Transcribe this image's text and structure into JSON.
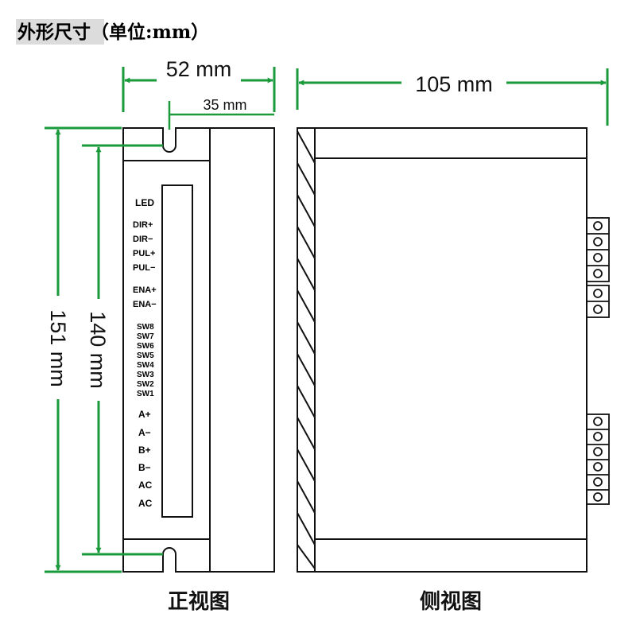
{
  "title": "外形尺寸（单位:mm）",
  "dimensions": {
    "front_width": "52 mm",
    "slot_offset": "35 mm",
    "side_length": "105 mm",
    "total_height": "151 mm",
    "mount_height": "140 mm"
  },
  "front_labels": [
    "LED",
    "DIR+",
    "DIR−",
    "PUL+",
    "PUL−",
    "ENA+",
    "ENA−",
    "SW8",
    "SW7",
    "SW6",
    "SW5",
    "SW4",
    "SW3",
    "SW2",
    "SW1",
    "A+",
    "A−",
    "B+",
    "B−",
    "AC",
    "AC"
  ],
  "captions": {
    "front": "正视图",
    "side": "侧视图"
  },
  "colors": {
    "dimension": "#1a9a3a",
    "outline": "#111111"
  }
}
